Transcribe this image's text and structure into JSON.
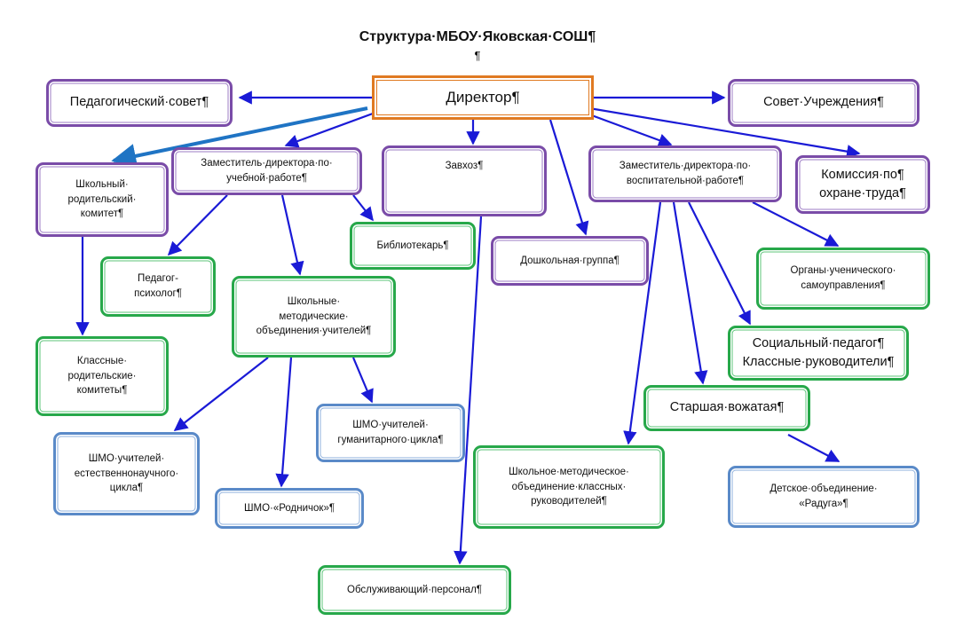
{
  "title": "Структура·МБОУ·Яковская·СОШ¶",
  "title_mark": "¶",
  "nodes": {
    "director": "Директор¶",
    "ped_council": "Педагогический·совет¶",
    "council": "Совет·Учреждения¶",
    "parent_committee": "Школьный·\nродительский·\nкомитет¶",
    "deputy_study": "Заместитель·директора·по·\nучебной·работе¶",
    "supply": "Завхоз¶",
    "deputy_edu": "Заместитель·директора·по·\nвоспитательной·работе¶",
    "labor_commission": "Комиссия·по¶\nохране·труда¶",
    "librarian": "Библиотекарь¶",
    "preschool": "Дошкольная·группа¶",
    "psychologist": "Педагог-\nпсихолог¶",
    "method_unions": "Школьные·\nметодические·\nобъединения·учителей¶",
    "student_gov": "Органы·ученического·\nсамоуправления¶",
    "class_committees": "Классные·\nродительские·\nкомитеты¶",
    "social_teacher": "Социальный·педагог¶\nКлассные·руководители¶",
    "senior_leader": "Старшая·вожатая¶",
    "shmo_humanities": "ШМО·учителей·\nгуманитарного·цикла¶",
    "shmo_science": "ШМО·учителей·\nестественнонаучного·\nцикла¶",
    "class_teachers_union": "Школьное·методическое·\nобъединение·классных·\nруководителей¶",
    "children_union": "Детское·объединение·\n«Радуга»¶",
    "shmo_rodnichok": "ШМО·«Родничок»¶",
    "service_staff": "Обслуживающий·персонал¶"
  },
  "colors": {
    "arrow": "#1a1ad6",
    "arrow_to_committee": "#1f74c4",
    "purple": "#7a4ca8",
    "green": "#27a84a",
    "blue": "#5a8ac8",
    "orange": "#e07a22"
  },
  "edges": [
    {
      "from": "director",
      "to": "ped_council"
    },
    {
      "from": "director",
      "to": "council"
    },
    {
      "from": "director",
      "to": "parent_committee"
    },
    {
      "from": "director",
      "to": "deputy_study"
    },
    {
      "from": "director",
      "to": "supply"
    },
    {
      "from": "director",
      "to": "preschool"
    },
    {
      "from": "director",
      "to": "deputy_edu"
    },
    {
      "from": "director",
      "to": "labor_commission"
    },
    {
      "from": "parent_committee",
      "to": "class_committees"
    },
    {
      "from": "deputy_study",
      "to": "psychologist"
    },
    {
      "from": "deputy_study",
      "to": "method_unions"
    },
    {
      "from": "deputy_study",
      "to": "librarian"
    },
    {
      "from": "method_unions",
      "to": "shmo_science"
    },
    {
      "from": "method_unions",
      "to": "shmo_rodnichok"
    },
    {
      "from": "method_unions",
      "to": "shmo_humanities"
    },
    {
      "from": "supply",
      "to": "service_staff"
    },
    {
      "from": "deputy_edu",
      "to": "student_gov"
    },
    {
      "from": "deputy_edu",
      "to": "social_teacher"
    },
    {
      "from": "deputy_edu",
      "to": "senior_leader"
    },
    {
      "from": "deputy_edu",
      "to": "class_teachers_union"
    },
    {
      "from": "senior_leader",
      "to": "children_union"
    }
  ]
}
